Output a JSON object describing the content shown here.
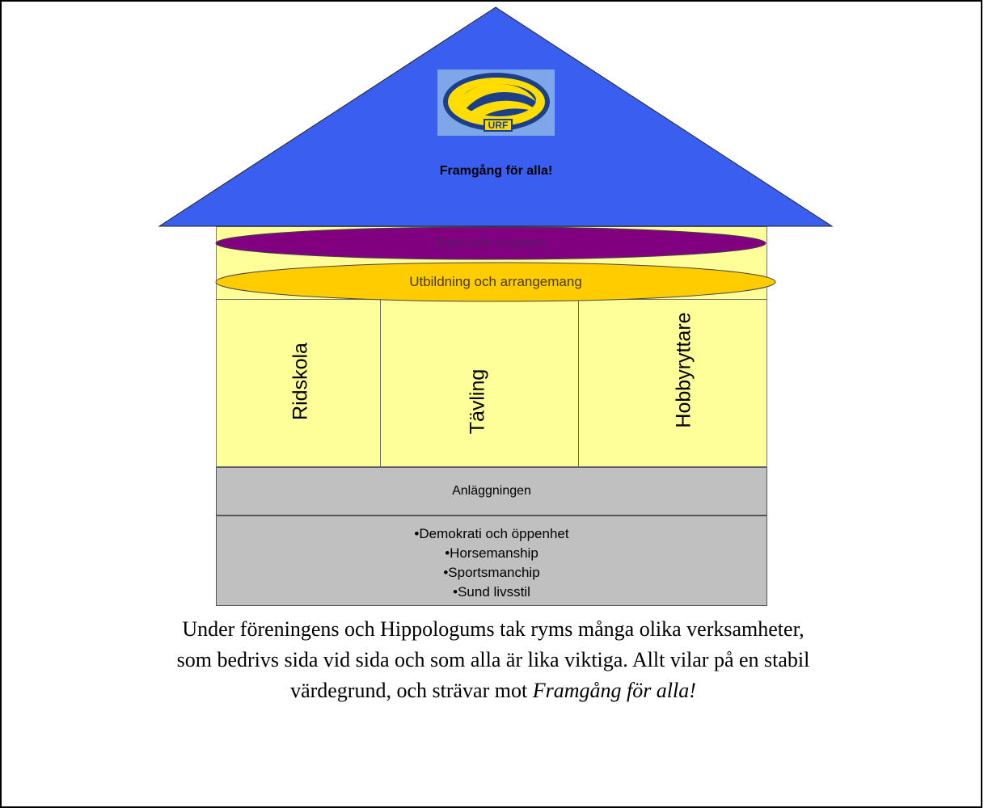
{
  "roof": {
    "title": "Framgång för alla!",
    "logo_text": "URF",
    "color": "#3a5ff0"
  },
  "rings": {
    "top": {
      "label": "Barn och ungdom",
      "color": "#800080"
    },
    "bottom": {
      "label": "Utbildning och arrangemang",
      "color": "#ffcc00"
    }
  },
  "pillars": [
    "Ridskola",
    "Tävling",
    "Hobbyryttare"
  ],
  "foundation": {
    "label": "Anläggningen",
    "values": [
      "•Demokrati och öppenhet",
      "•Horsemanship",
      "•Sportsmanchip",
      "•Sund livsstil"
    ]
  },
  "caption": {
    "text_line1": "Under föreningens och Hippologums tak ryms många olika verksamheter,",
    "text_line2": "som bedrivs sida vid sida och som alla är lika viktiga. Allt vilar på en stabil",
    "text_line3_prefix": "värdegrund, och strävar mot ",
    "text_line3_italic": "Framgång för alla!"
  }
}
